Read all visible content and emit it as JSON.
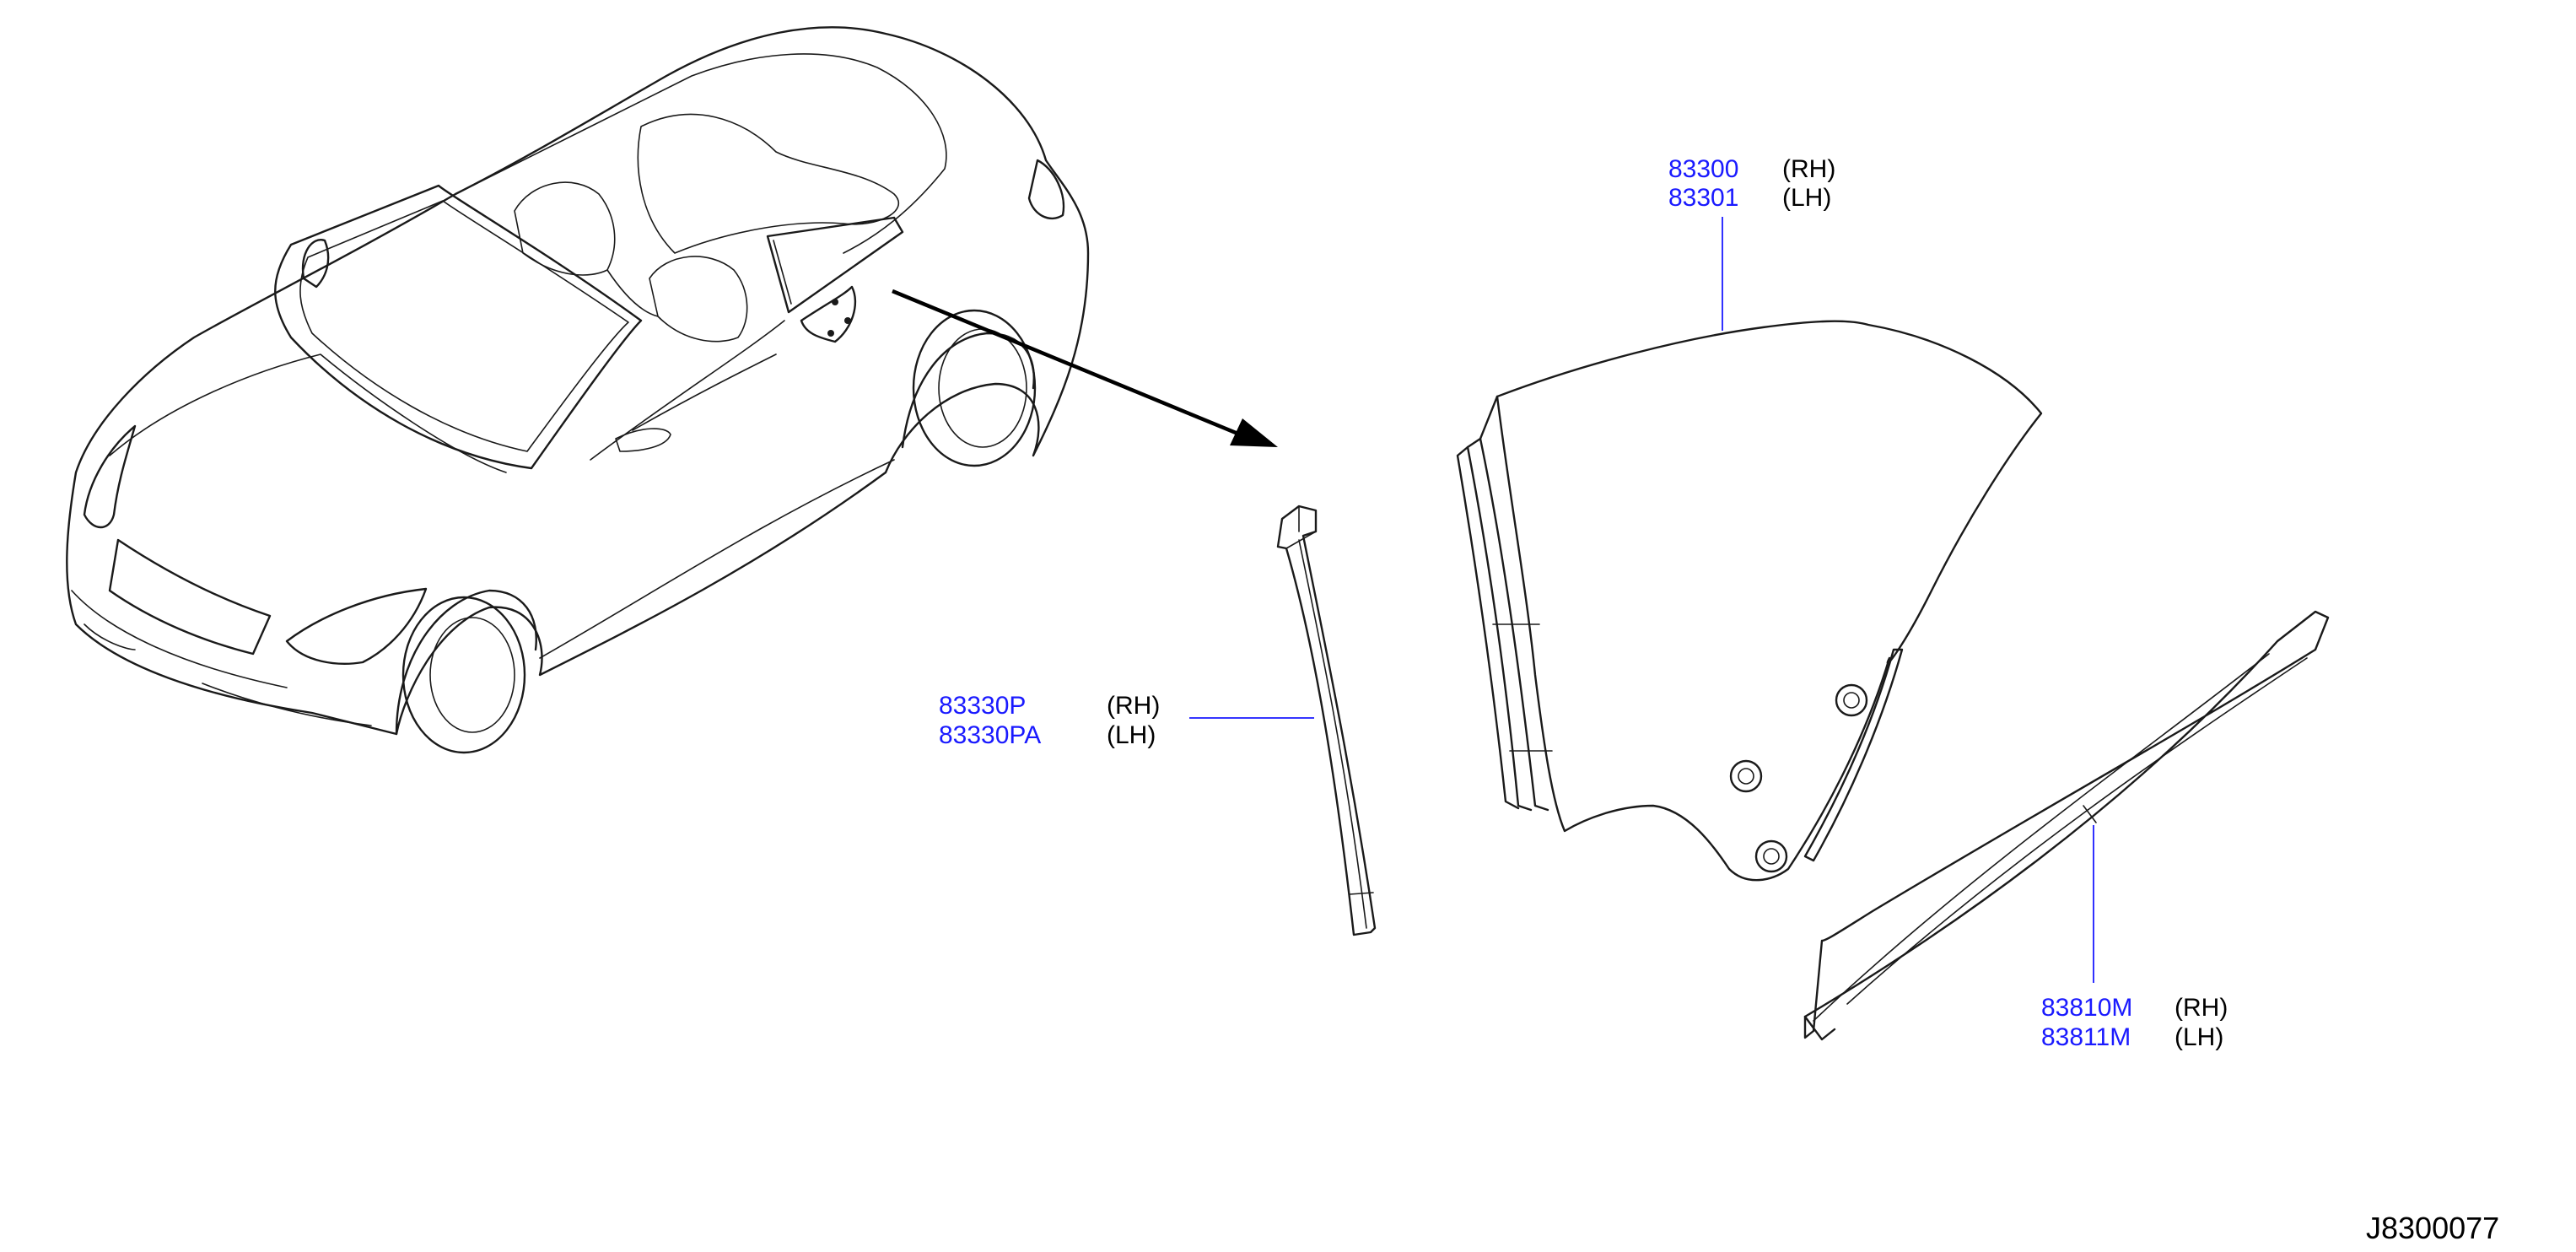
{
  "diagram_id": "J8300077",
  "callouts": {
    "glass": {
      "part_rh": "83300",
      "side_rh": "(RH)",
      "part_lh": "83301",
      "side_lh": "(LH)"
    },
    "front_seal": {
      "part_rh": "83330P",
      "side_rh": "(RH)",
      "part_lh": "83330PA",
      "side_lh": "(LH)"
    },
    "lower_seal": {
      "part_rh": "83810M",
      "side_rh": "(RH)",
      "part_lh": "83811M",
      "side_lh": "(LH)"
    }
  },
  "colors": {
    "part_number": "#1a1aff",
    "line_art": "#1a1a1a",
    "leader_line": "#1a1aff"
  }
}
